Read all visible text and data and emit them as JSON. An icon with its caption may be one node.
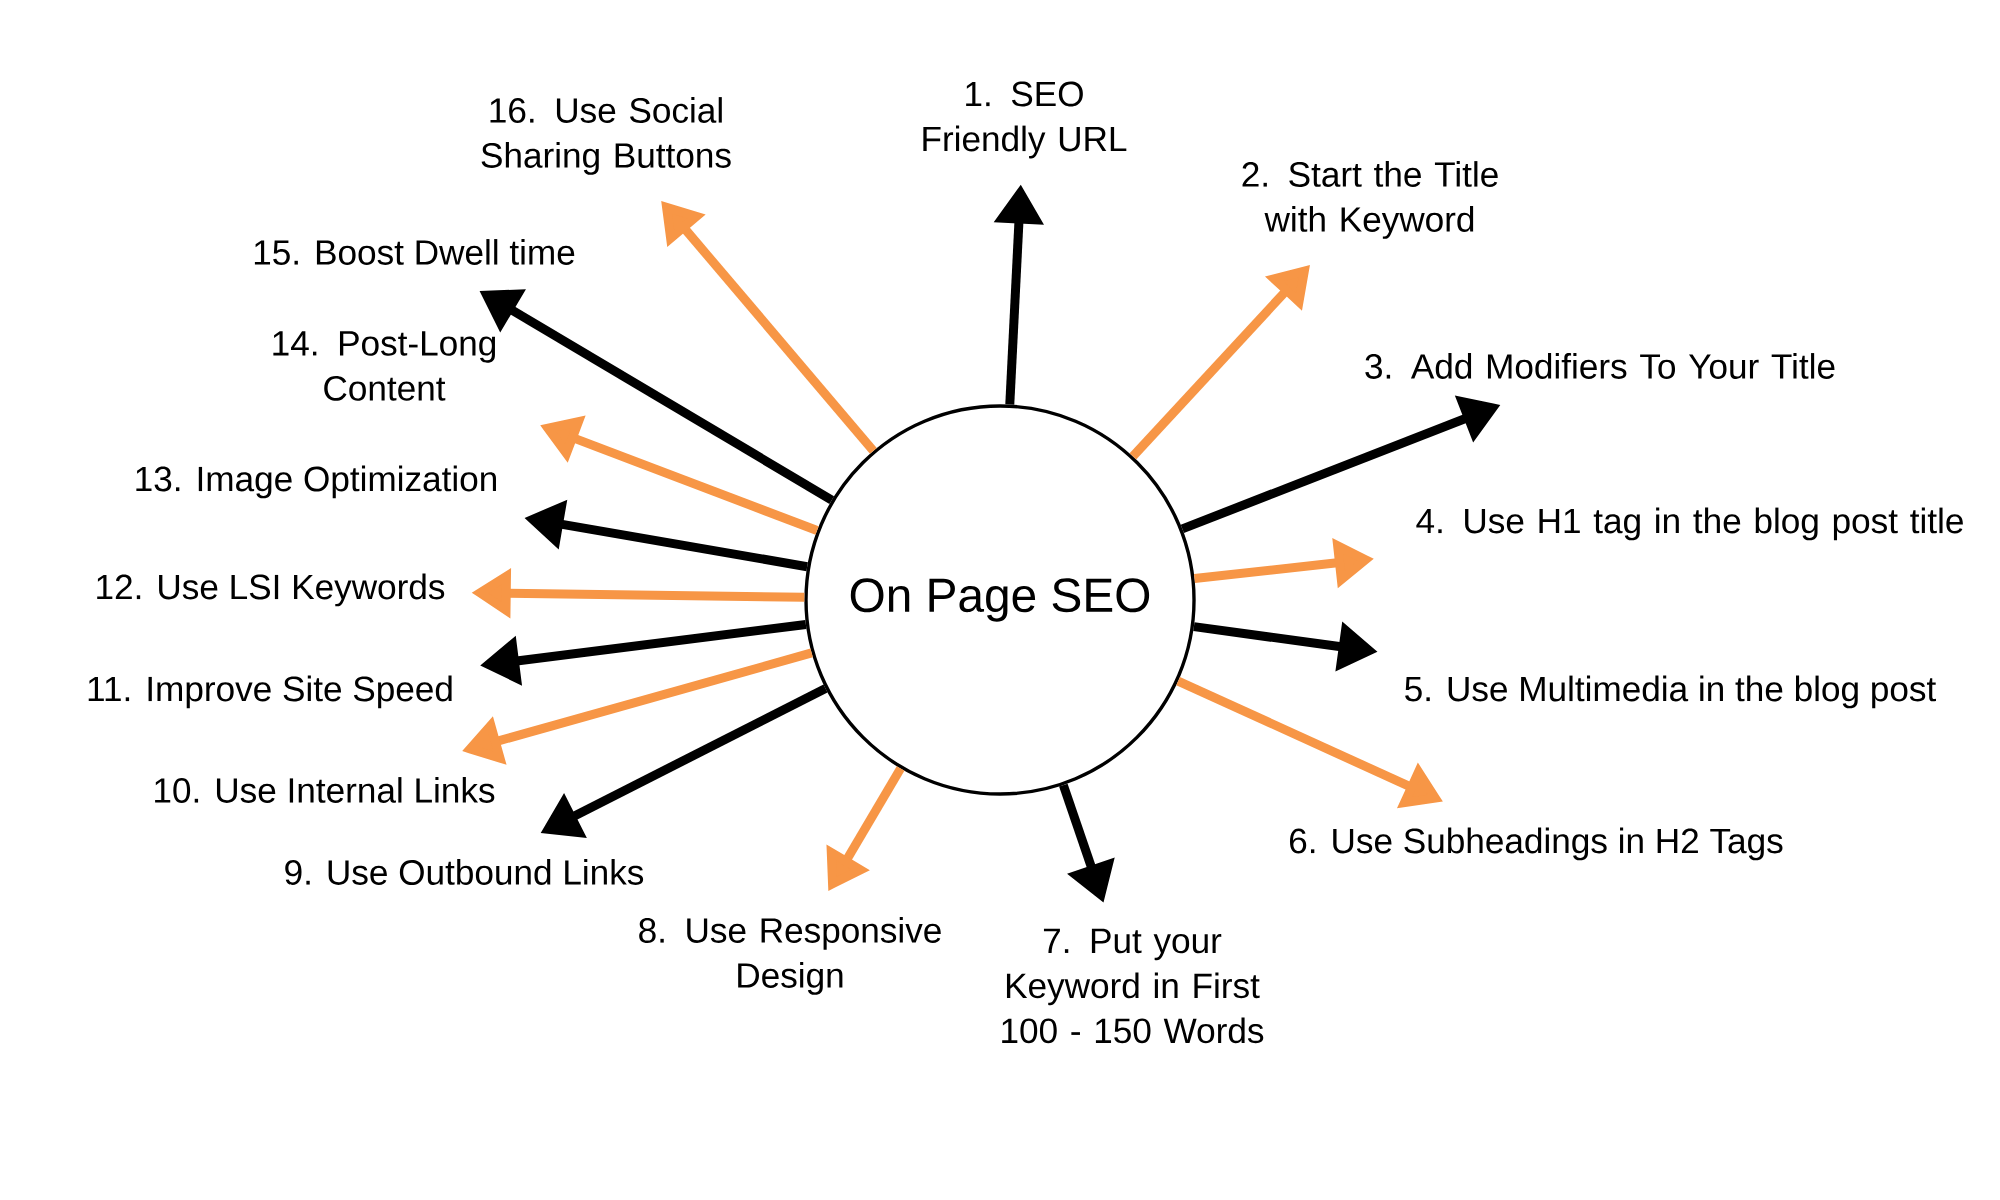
{
  "diagram": {
    "nodes": [
      {
        "text": [
          "On Page SEO"
        ]
      },
      {
        "text": [
          "1. SEO Friendly URL"
        ]
      },
      {
        "text": [
          "2. Start the Title with Keyword"
        ]
      },
      {
        "text": [
          "3. Add Modifiers To Your Title"
        ]
      },
      {
        "text": [
          "4. Use H1 tag in the blog post title"
        ]
      },
      {
        "text": [
          "5. Use Multimedia in the blog post"
        ]
      },
      {
        "text": [
          "6. Use Subheadings in H2 Tags"
        ]
      },
      {
        "text": [
          "7. Put your Keyword in First 100 - 150 Words"
        ]
      },
      {
        "text": [
          "8. Use Responsive Design"
        ]
      },
      {
        "text": [
          "9. Use Outbound Links"
        ]
      },
      {
        "text": [
          "10. Use Internal Links"
        ]
      },
      {
        "text": [
          "11. Improve Site Speed"
        ]
      },
      {
        "text": [
          "12. Use LSI Keywords"
        ]
      },
      {
        "text": [
          "13. Image Optimization"
        ]
      },
      {
        "text": [
          "14. Post-Long Content"
        ]
      },
      {
        "text": [
          "15. Boost Dwell time"
        ]
      },
      {
        "text": [
          "16. Use Social Sharing Buttons"
        ]
      }
    ],
    "edges": [
      {
        "from": 0,
        "to": 1,
        "arrow": "to",
        "color": "#000000"
      },
      {
        "from": 0,
        "to": 2,
        "arrow": "to",
        "color": "#f79646"
      },
      {
        "from": 0,
        "to": 3,
        "arrow": "to",
        "color": "#000000"
      },
      {
        "from": 0,
        "to": 4,
        "arrow": "to",
        "color": "#f79646"
      },
      {
        "from": 0,
        "to": 5,
        "arrow": "to",
        "color": "#000000"
      },
      {
        "from": 0,
        "to": 6,
        "arrow": "to",
        "color": "#f79646"
      },
      {
        "from": 0,
        "to": 7,
        "arrow": "to",
        "color": "#000000"
      },
      {
        "from": 0,
        "to": 8,
        "arrow": "to",
        "color": "#f79646"
      },
      {
        "from": 0,
        "to": 9,
        "arrow": "to",
        "color": "#000000"
      },
      {
        "from": 0,
        "to": 10,
        "arrow": "to",
        "color": "#f79646"
      },
      {
        "from": 0,
        "to": 11,
        "arrow": "to",
        "color": "#000000"
      },
      {
        "from": 0,
        "to": 12,
        "arrow": "to",
        "color": "#f79646"
      },
      {
        "from": 0,
        "to": 13,
        "arrow": "to",
        "color": "#000000"
      },
      {
        "from": 0,
        "to": 14,
        "arrow": "to",
        "color": "#f79646"
      },
      {
        "from": 0,
        "to": 15,
        "arrow": "to",
        "color": "#000000"
      },
      {
        "from": 0,
        "to": 16,
        "arrow": "to",
        "color": "#f79646"
      }
    ]
  }
}
